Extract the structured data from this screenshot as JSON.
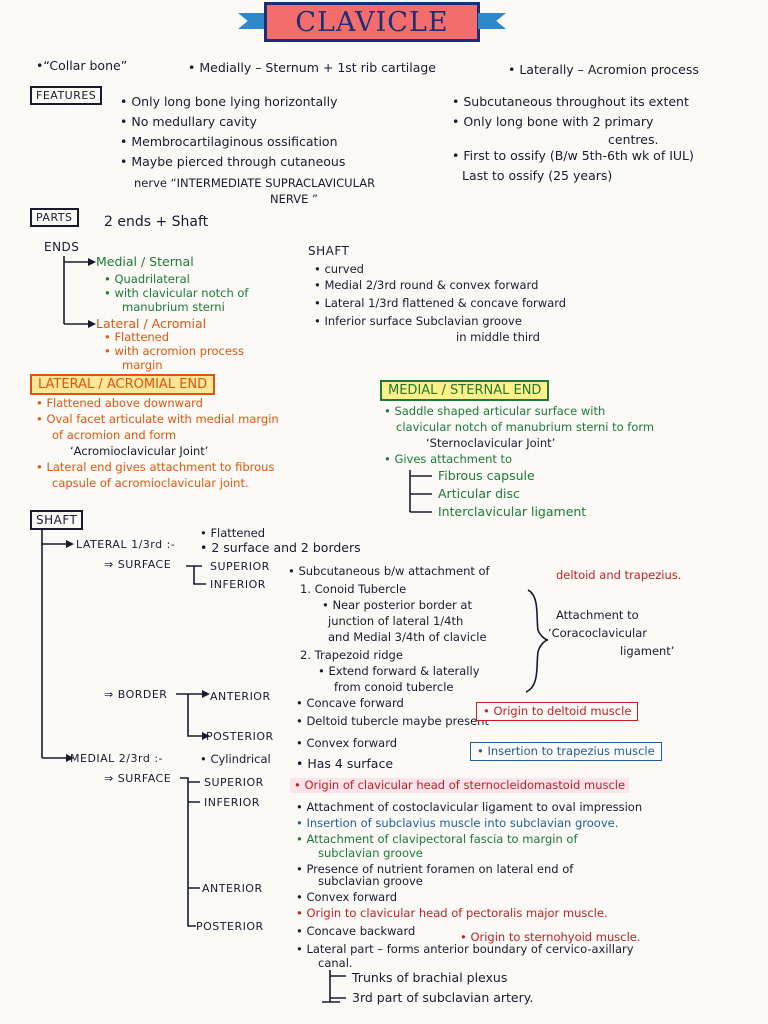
{
  "title": "CLAVICLE",
  "intro": {
    "collar": "•“Collar bone”",
    "medially": "• Medially – Sternum + 1st rib cartilage",
    "laterally": "• Laterally – Acromion process"
  },
  "features": {
    "label": "FEATURES",
    "left": [
      "• Only long bone lying horizontally",
      "• No medullary cavity",
      "• Membrocartilaginous ossification",
      "• Maybe pierced through cutaneous",
      "nerve “INTERMEDIATE SUPRACLAVICULAR",
      "NERVE ”"
    ],
    "right": [
      "• Subcutaneous throughout its extent",
      "• Only long bone with 2 primary",
      "centres.",
      "• First to ossify (B/w 5th-6th wk of IUL)",
      "Last to ossify (25 years)"
    ]
  },
  "parts": {
    "label": "PARTS",
    "text": "2 ends + Shaft",
    "ends_label": "ENDS",
    "medial_title": "Medial / Sternal",
    "medial_items": [
      "• Quadrilateral",
      "• with clavicular notch of",
      "manubrium sterni"
    ],
    "lateral_title": "Lateral / Acromial",
    "lateral_items": [
      "• Flattened",
      "• with acromion process",
      "margin"
    ],
    "shaft_label": "SHAFT",
    "shaft_items": [
      "• curved",
      "• Medial 2/3rd   round & convex forward",
      "• Lateral 1/3rd   flattened & concave forward",
      "• Inferior surface    Subclavian groove",
      "in middle third"
    ]
  },
  "lateral_end": {
    "title": "LATERAL / ACROMIAL END",
    "lines": [
      "• Flattened above downward",
      "• Oval facet articulate with medial margin",
      "of acromion and form",
      "‘Acromioclavicular Joint’",
      "• Lateral end gives attachment to fibrous",
      "capsule of acromioclavicular joint."
    ]
  },
  "medial_end": {
    "title": "MEDIAL / STERNAL END",
    "lines": [
      "• Saddle shaped articular surface with",
      "clavicular notch of manubrium sterni to form",
      "‘Sternoclavicular Joint’",
      "• Gives attachment to"
    ],
    "attachments": [
      "Fibrous capsule",
      "Articular disc",
      "Interclavicular ligament"
    ]
  },
  "shaft": {
    "label": "SHAFT",
    "lateral": {
      "label": "LATERAL 1/3rd :-",
      "props": [
        "• Flattened",
        "• 2 surface and 2 borders"
      ],
      "surface_label": "⇒ SURFACE",
      "superior_label": "SUPERIOR",
      "inferior_label": "INFERIOR",
      "superior_text": "• Subcutaneous b/w attachment of",
      "superior_red": "deltoid and trapezius.",
      "inferior_lines": [
        "1. Conoid Tubercle",
        "• Near posterior border at",
        "junction of lateral 1/4th",
        "and Medial 3/4th of clavicle",
        "2. Trapezoid ridge",
        "• Extend forward & laterally",
        "from conoid tubercle"
      ],
      "attachment_note": [
        "Attachment to",
        "‘Coracoclavicular",
        "ligament’"
      ],
      "border_label": "⇒ BORDER",
      "anterior_label": "ANTERIOR",
      "posterior_label": "POSTERIOR",
      "anterior_lines": [
        "• Concave forward",
        "• Deltoid tubercle maybe present"
      ],
      "anterior_note": "• Origin to deltoid muscle",
      "posterior_text": "• Convex forward",
      "posterior_note": "• Insertion to trapezius muscle"
    },
    "medial": {
      "label": "MEDIAL 2/3rd :-",
      "prop_a": "• Cylindrical",
      "prop_b": "• Has 4 surface",
      "surface_label": "⇒ SURFACE",
      "superior_label": "SUPERIOR",
      "inferior_label": "INFERIOR",
      "anterior_label": "ANTERIOR",
      "posterior_label": "POSTERIOR",
      "superior_text": "• Origin of clavicular head of sternocleidomastoid muscle",
      "inferior_a": "• Attachment of costoclavicular ligament to oval impression",
      "inferior_b": "• Insertion of subclavius muscle into subclavian groove.",
      "inferior_c1": "• Attachment of clavipectoral fascia to margin of",
      "inferior_c2": "subclavian groove",
      "inferior_d1": "• Presence of nutrient foramen on lateral end of",
      "inferior_d2": "subclavian groove",
      "anterior_a": "• Convex forward",
      "anterior_b": "• Origin to clavicular head of pectoralis major muscle.",
      "posterior_a": "• Concave backward",
      "posterior_note": "• Origin to sternohyoid muscle.",
      "posterior_b1": "• Lateral part – forms anterior boundary of cervico-axillary",
      "posterior_b2": "canal.",
      "canal_items": [
        "Trunks of brachial plexus",
        "3rd part of subclavian artery."
      ]
    }
  }
}
